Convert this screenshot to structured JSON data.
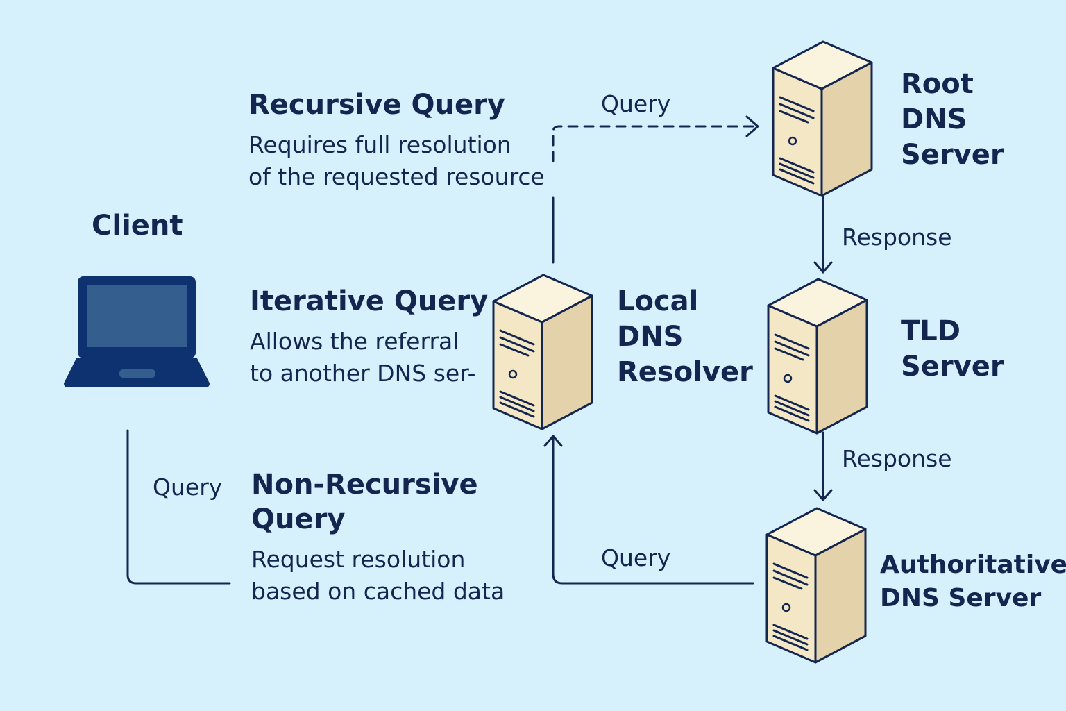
{
  "client": {
    "label": "Client"
  },
  "root_server": {
    "lines": [
      "Root",
      "DNS",
      "Server"
    ]
  },
  "local_resolver": {
    "lines": [
      "Local",
      "DNS",
      "Resolver"
    ]
  },
  "tld_server": {
    "lines": [
      "TLD",
      "Server"
    ]
  },
  "authoritative_server": {
    "lines": [
      "Authoritative",
      "DNS Server"
    ]
  },
  "recursive_query": {
    "title": "Recursive Query",
    "description_lines": [
      "Requires full resolution",
      "of the requested resource"
    ]
  },
  "iterative_query": {
    "title": "Iterative Query",
    "description_lines": [
      "Allows the referral",
      "to another DNS ser-"
    ]
  },
  "non_recursive_query": {
    "title_lines": [
      "Non-Recursive",
      "Query"
    ],
    "description_lines": [
      "Request resolution",
      "based on cached data"
    ]
  },
  "edges": {
    "resolver_to_root": "Query",
    "root_to_tld": "Response",
    "tld_to_authoritative": "Response",
    "authoritative_to_resolver": "Query",
    "client_to_resolver": "Query"
  },
  "colors": {
    "background": "#d6f0fc",
    "text": "#14264f",
    "laptop": "#0e3270",
    "laptop_screen": "#345e8e",
    "server_front": "#f3e7c6",
    "server_side": "#e4d3aa",
    "server_top": "#faf3de",
    "outline": "#14264f"
  }
}
